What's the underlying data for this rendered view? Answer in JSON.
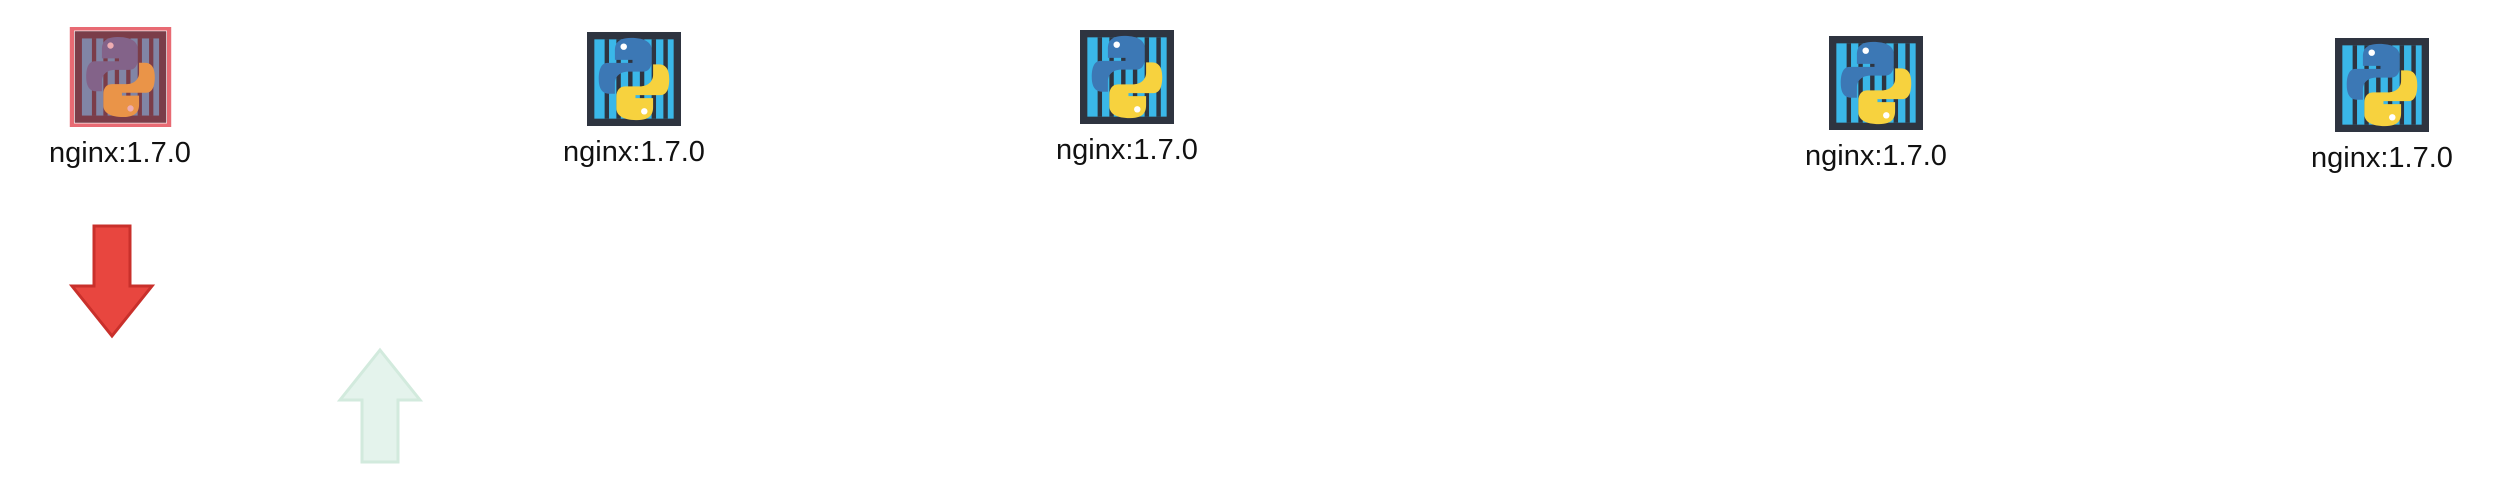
{
  "nodes": [
    {
      "label": "nginx:1.7.0",
      "icon": "python-container-icon",
      "state": "highlighted-red"
    },
    {
      "label": "nginx:1.7.0",
      "icon": "python-container-icon",
      "state": "normal"
    },
    {
      "label": "nginx:1.7.0",
      "icon": "python-container-icon",
      "state": "normal"
    },
    {
      "label": "nginx:1.7.0",
      "icon": "python-container-icon",
      "state": "normal"
    },
    {
      "label": "nginx:1.7.0",
      "icon": "python-container-icon",
      "state": "normal"
    }
  ],
  "arrows": [
    {
      "icon": "down-arrow-icon",
      "color": "#e8463f"
    },
    {
      "icon": "up-arrow-icon",
      "color": "#e4f3ec"
    }
  ],
  "colors": {
    "frame": "#2e3440",
    "bars": "#3ab7e8",
    "python_blue": "#3c78b5",
    "python_yellow": "#f7d23e",
    "highlight": "#e86a73"
  }
}
